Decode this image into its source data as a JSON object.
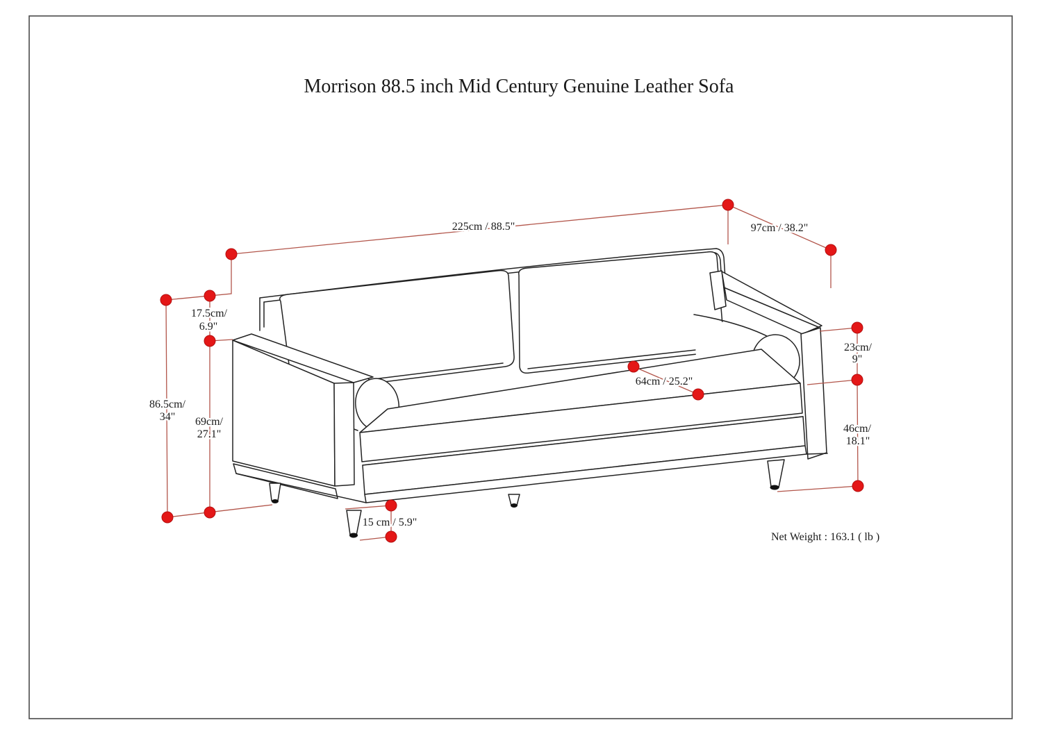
{
  "title": "Morrison 88.5 inch Mid Century Genuine Leather Sofa",
  "net_weight": "Net Weight : 163.1 ( lb )",
  "dimensions": {
    "overall_width": {
      "label": "225cm / 88.5\""
    },
    "overall_depth": {
      "label": "97cm / 38.2\""
    },
    "back_cushion_height": {
      "line1": "17.5cm/",
      "line2": "6.9\""
    },
    "overall_height": {
      "line1": "86.5cm/",
      "line2": "34\""
    },
    "arm_height": {
      "line1": "69cm/",
      "line2": "27.1\""
    },
    "seat_depth": {
      "label": "64cm / 25.2\""
    },
    "bolster_pillow_height": {
      "line1": "23cm/",
      "line2": "9\""
    },
    "seat_height": {
      "line1": "46cm/",
      "line2": "18.1\""
    },
    "leg_height": {
      "label": "15 cm / 5.9\""
    }
  },
  "colors": {
    "dimension_dot": "#e41717",
    "dimension_dot_edge": "#b40f0f",
    "dimension_line": "#b2554a",
    "drawing_line": "#222222",
    "text": "#1a1a1a",
    "border": "#4a4a4a"
  }
}
